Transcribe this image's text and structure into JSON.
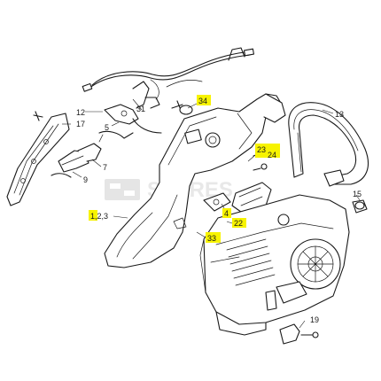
{
  "callouts": {
    "c34": "34",
    "c13": "13",
    "c12": "12",
    "c31": "31",
    "c17": "17",
    "c5": "5",
    "c7": "7",
    "c9": "9",
    "c23": "23",
    "c24": "24",
    "c15": "15",
    "c4": "4",
    "c22": "22",
    "c1": "1",
    "c123rest": ",2,3",
    "c33": "33",
    "c19": "19"
  },
  "highlighted_callouts": [
    "34",
    "23",
    "24",
    "4",
    "22",
    "1",
    "33"
  ],
  "watermark": "SPARES",
  "colors": {
    "highlight": "#f7f300",
    "line": "#1a1a1a",
    "watermark": "#d9d9d9"
  }
}
